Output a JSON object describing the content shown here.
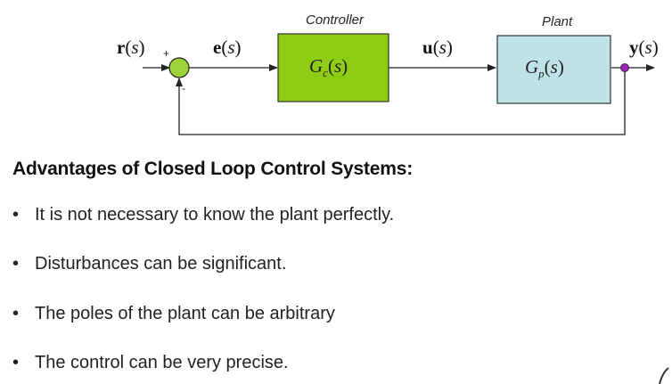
{
  "diagram": {
    "signals": {
      "reference": "r(s)",
      "error": "e(s)",
      "control": "u(s)",
      "output": "y(s)"
    },
    "summing_junction": {
      "plus": "+",
      "minus": "-"
    },
    "controller": {
      "label": "Controller",
      "transfer": "Gc(s)",
      "color": "#8fcc14"
    },
    "plant": {
      "label": "Plant",
      "transfer": "Gp(s)",
      "color": "#bfe2e6"
    },
    "junction_color": "#9fd33a",
    "takeoff_color": "#a020c0"
  },
  "heading": "Advantages of Closed Loop Control Systems:",
  "bullets": [
    "It is not necessary to know the plant perfectly.",
    "Disturbances can be significant.",
    "The poles of the plant can be arbitrary",
    "The control can be very precise."
  ],
  "bullet_glyph": "•"
}
